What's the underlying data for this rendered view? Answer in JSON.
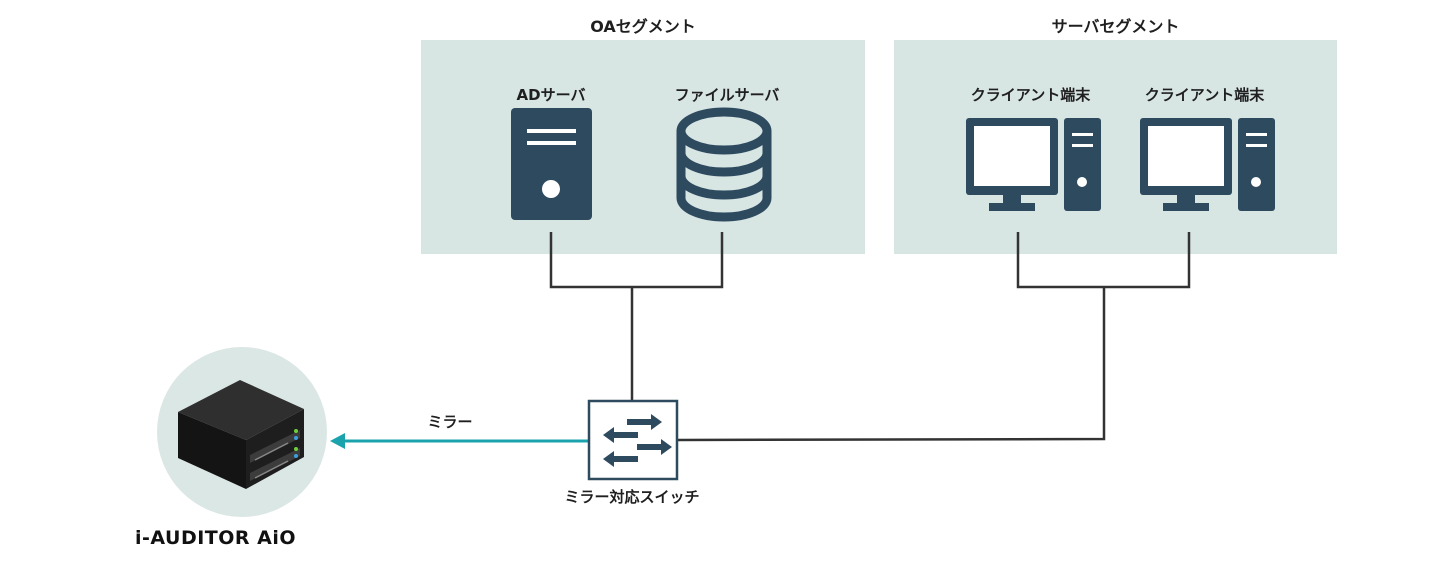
{
  "segments": {
    "oa": {
      "title": "OAセグメント"
    },
    "server": {
      "title": "サーバセグメント"
    }
  },
  "nodes": {
    "ad_server": {
      "label": "ADサーバ",
      "icon": "server-tower-icon"
    },
    "file_server": {
      "label": "ファイルサーバ",
      "icon": "database-icon"
    },
    "client_1": {
      "label": "クライアント端末",
      "icon": "desktop-computer-icon"
    },
    "client_2": {
      "label": "クライアント端末",
      "icon": "desktop-computer-icon"
    },
    "switch": {
      "label": "ミラー対応スイッチ",
      "icon": "network-switch-icon"
    },
    "appliance": {
      "brand": "i-AUDITOR AiO",
      "icon": "appliance-box-icon"
    }
  },
  "edges": {
    "mirror": {
      "label": "ミラー"
    }
  },
  "colors": {
    "segment_bg": "#d7e5e3",
    "icon_dark": "#2e4a5f",
    "wire": "#333333",
    "mirror_arrow": "#1aa3ad",
    "appliance_circle": "#dbe7e5"
  }
}
